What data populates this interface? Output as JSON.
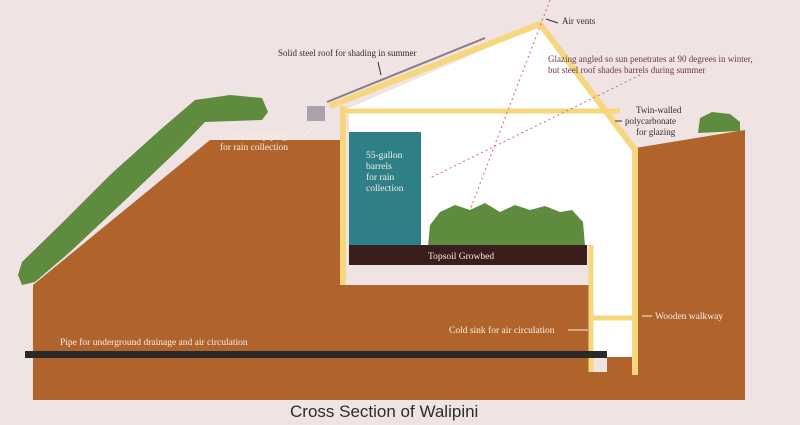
{
  "title": "Cross Section of Walipini",
  "labels": {
    "air_vents": "Air vents",
    "steel_roof": "Solid steel roof for shading in summer",
    "glazing_line1": "Glazing angled so sun penetrates at 90 degrees in winter,",
    "glazing_line2": "but steel roof shades barrels during summer",
    "polycarbonate": [
      "Twin-walled",
      "polycarbonate",
      "for glazing"
    ],
    "gutter": [
      "Gutter and piping",
      "for rain collection"
    ],
    "barrels": [
      "55-gallon",
      "barrels",
      "for rain",
      "collection"
    ],
    "growbed": "Topsoil Growbed",
    "walkway": "Wooden walkway",
    "cold_sink": "Cold sink for air circulation",
    "pipe": "Pipe for underground drainage and air circulation"
  },
  "colors": {
    "background": "#efe4e3",
    "soil": "#b0642c",
    "frame": "#f6d77e",
    "vegetation": "#5e8b3e",
    "barrels": "#2f7f86",
    "growbed": "#3a1e1c",
    "pipe": "#2a2a2a"
  }
}
